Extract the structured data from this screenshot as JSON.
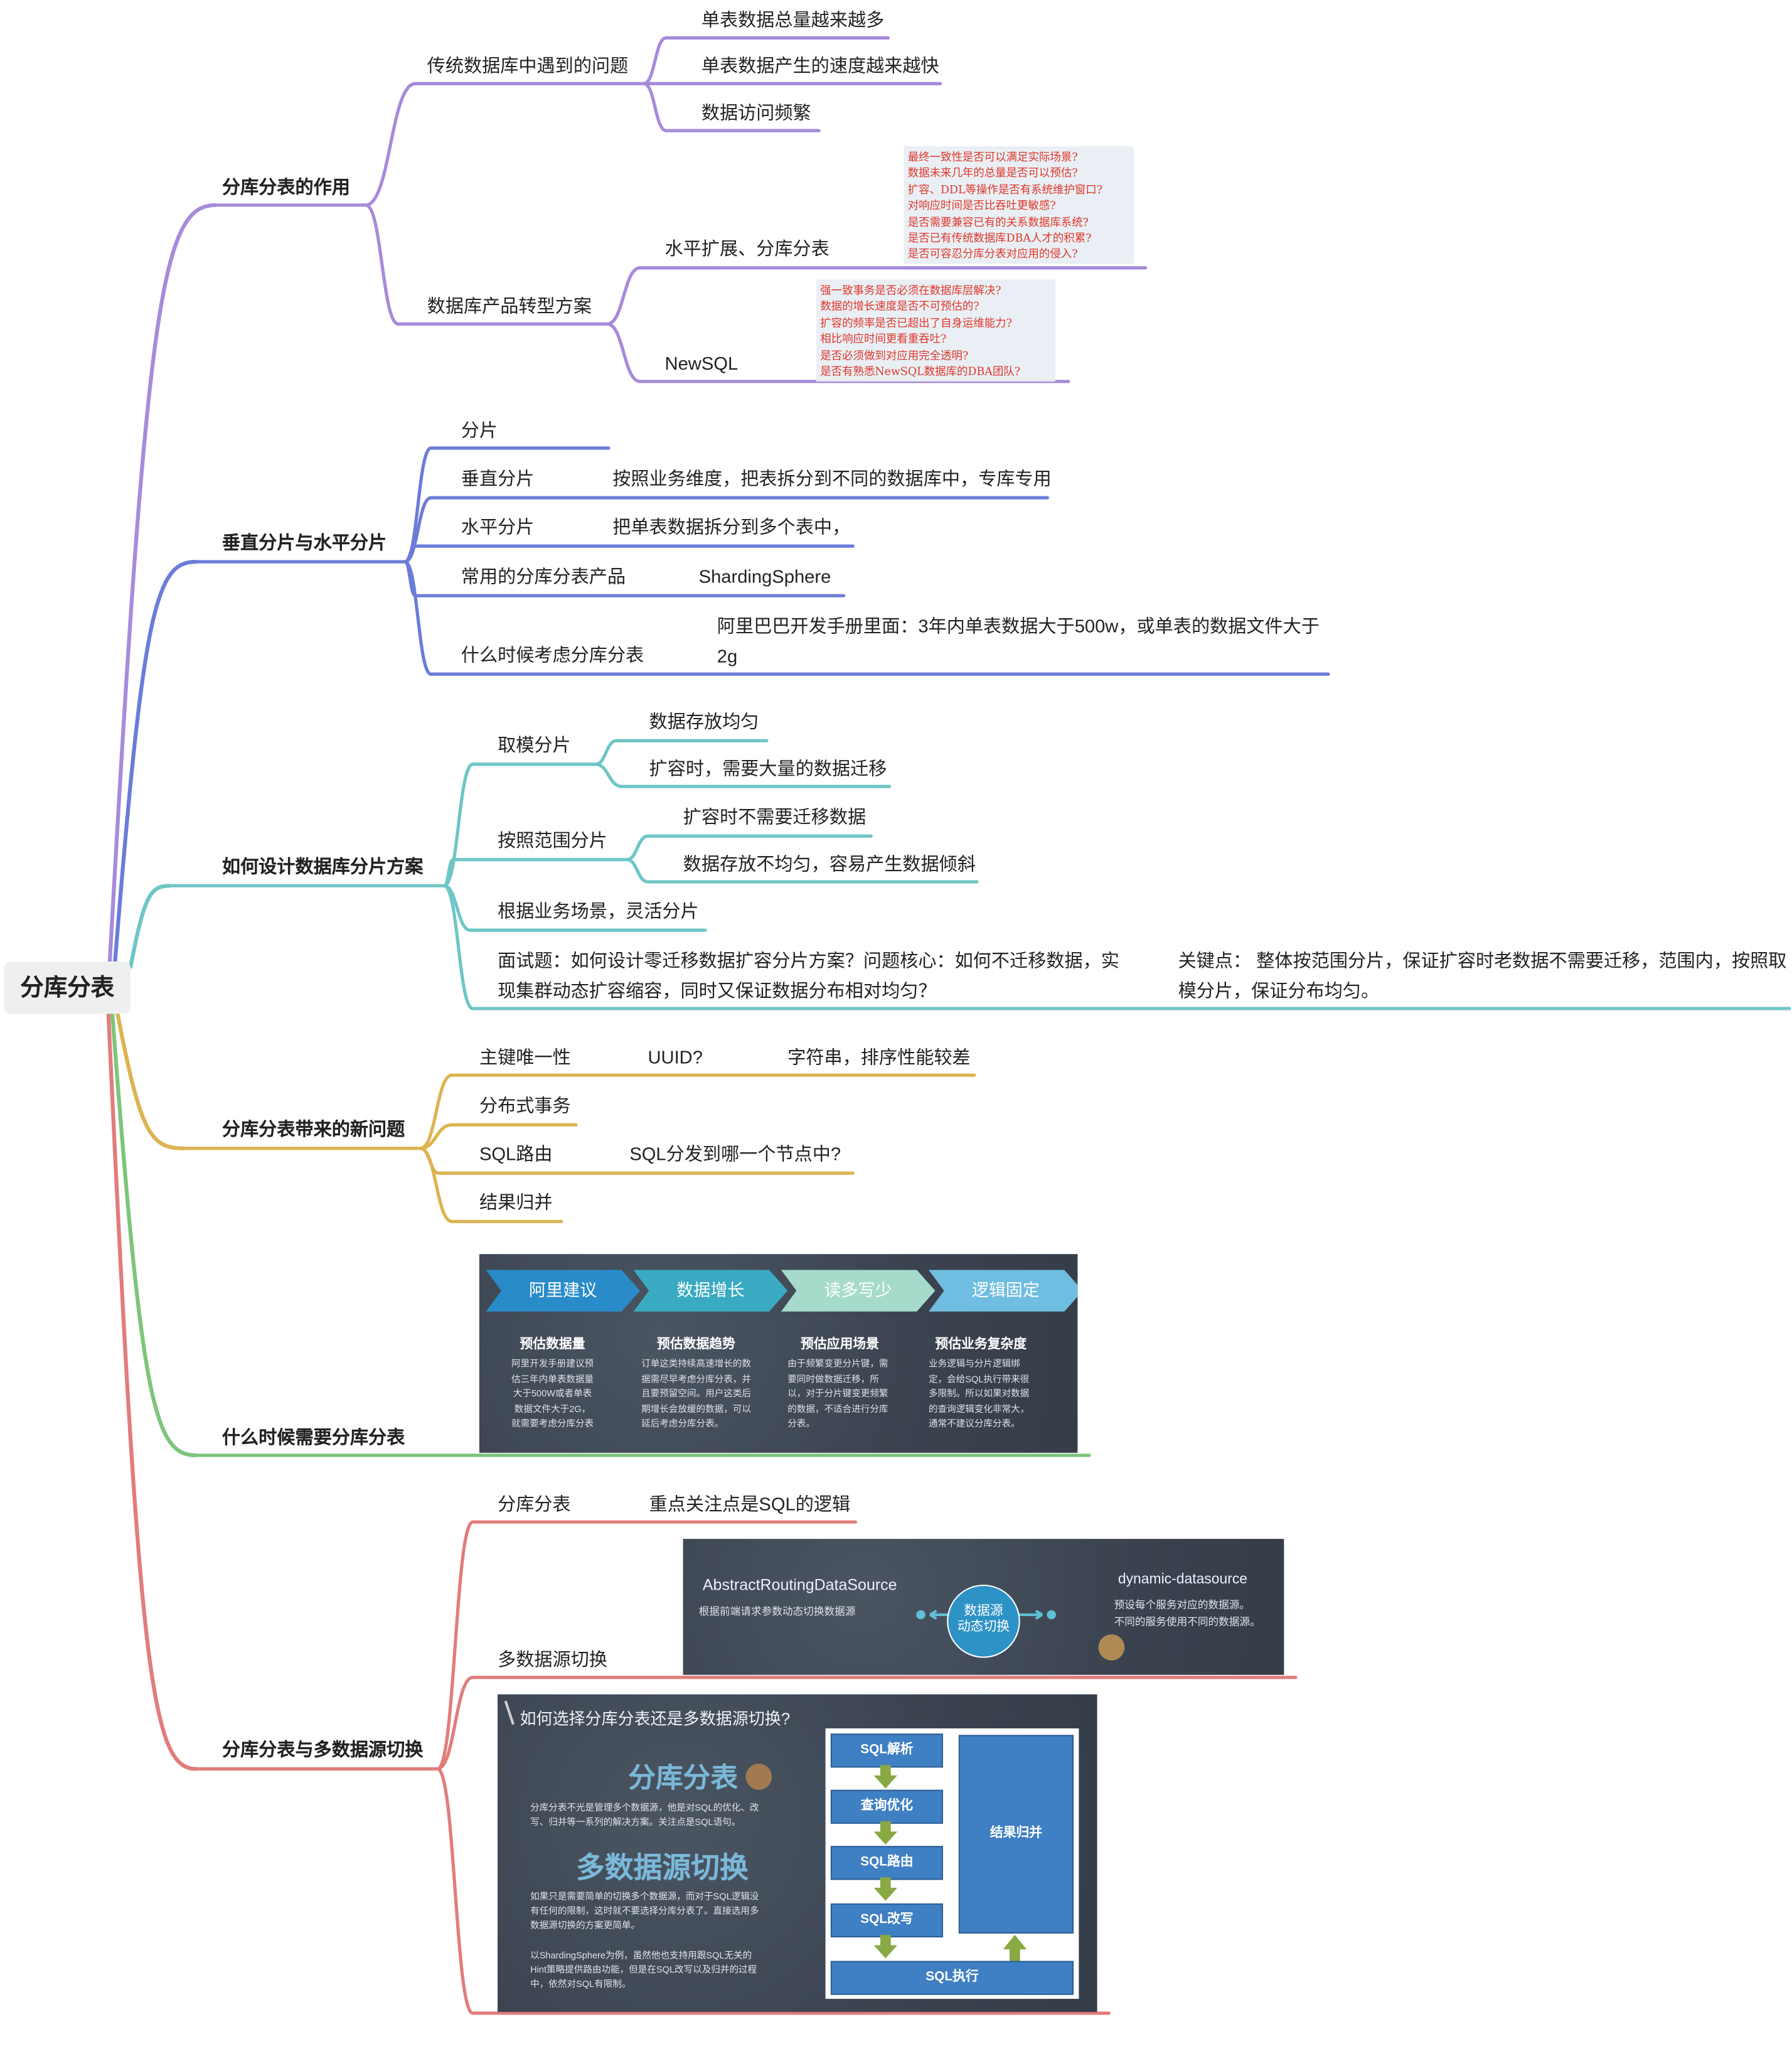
{
  "root": "分库分表",
  "colors": {
    "purple": "#a68bdb",
    "blue": "#6b7cd9",
    "teal": "#6fc6c6",
    "gold": "#dcb451",
    "green": "#7cc57b",
    "red": "#e27c7c",
    "note_text": "#e0372b",
    "slide_bg": "#3d4653"
  },
  "role": {
    "label": "分库分表的作用",
    "traditional": {
      "label": "传统数据库中遇到的问题",
      "items": [
        "单表数据总量越来越多",
        "单表数据产生的速度越来越快",
        "数据访问频繁"
      ]
    },
    "transform": {
      "label": "数据库产品转型方案",
      "horizontal": {
        "label": "水平扩展、分库分表",
        "notes": [
          "最终一致性是否可以满足实际场景?",
          "数据未来几年的总量是否可以预估?",
          "扩容、DDL等操作是否有系统维护窗口?",
          "对响应时间是否比吞吐更敏感?",
          "是否需要兼容已有的关系数据库系统?",
          "是否已有传统数据库DBA人才的积累?",
          "是否可容忍分库分表对应用的侵入?"
        ]
      },
      "newsql": {
        "label": "NewSQL",
        "notes": [
          "强一致事务是否必须在数据库层解决?",
          "数据的增长速度是否不可预估的?",
          "扩容的频率是否已超出了自身运维能力?",
          "相比响应时间更看重吞吐?",
          "是否必须做到对应用完全透明?",
          "是否有熟悉NewSQL数据库的DBA团队?"
        ]
      }
    }
  },
  "sharding": {
    "label": "垂直分片与水平分片",
    "items": [
      {
        "label": "分片"
      },
      {
        "label": "垂直分片",
        "desc": "按照业务维度，把表拆分到不同的数据库中，专库专用"
      },
      {
        "label": "水平分片",
        "desc": "把单表数据拆分到多个表中，"
      },
      {
        "label": "常用的分库分表产品",
        "desc": "ShardingSphere"
      },
      {
        "label": "什么时候考虑分库分表",
        "desc_lines": [
          "阿里巴巴开发手册里面：3年内单表数据大于500w，或单表的数据文件大于",
          "2g"
        ]
      }
    ]
  },
  "design": {
    "label": "如何设计数据库分片方案",
    "modulo": {
      "label": "取模分片",
      "items": [
        "数据存放均匀",
        "扩容时，需要大量的数据迁移"
      ]
    },
    "range": {
      "label": "按照范围分片",
      "items": [
        "扩容时不需要迁移数据",
        "数据存放不均匀，容易产生数据倾斜"
      ]
    },
    "flexible": "根据业务场景，灵活分片",
    "interview": {
      "question_lines": [
        "面试题：如何设计零迁移数据扩容分片方案？问题核心：如何不迁移数据，实",
        "现集群动态扩容缩容，同时又保证数据分布相对均匀？"
      ],
      "key_lines": [
        "关键点： 整体按范围分片，保证扩容时老数据不需要迁移，范围内，按照取",
        "模分片，保证分布均匀。"
      ]
    }
  },
  "problems": {
    "label": "分库分表带来的新问题",
    "items": [
      {
        "label": "主键唯一性",
        "desc": "UUID?",
        "desc2": "字符串，排序性能较差"
      },
      {
        "label": "分布式事务"
      },
      {
        "label": "SQL路由",
        "desc": "SQL分发到哪一个节点中?"
      },
      {
        "label": "结果归并"
      }
    ]
  },
  "when": {
    "label": "什么时候需要分库分表",
    "slide": {
      "steps": [
        "阿里建议",
        "数据增长",
        "读多写少",
        "逻辑固定"
      ],
      "columns": [
        {
          "title": "预估数据量",
          "body": "阿里开发手册建议预估三年内单表数据量大于500W或者单表数据文件大于2G，就需要考虑分库分表"
        },
        {
          "title": "预估数据趋势",
          "body": "订单这类持续高速增长的数据需尽早考虑分库分表，并且要预留空间。用户这类后期增长会放缓的数据，可以延后考虑分库分表。"
        },
        {
          "title": "预估应用场景",
          "body": "由于频繁变更分片键，需要同时做数据迁移，所以，对于分片键变更频繁的数据，不适合进行分库分表。"
        },
        {
          "title": "预估业务复杂度",
          "body": "业务逻辑与分片逻辑绑定，会给SQL执行带来很多限制。所以如果对数据的查询逻辑变化非常大，通常不建议分库分表。"
        }
      ]
    }
  },
  "multi": {
    "label": "分库分表与多数据源切换",
    "sharding": {
      "label": "分库分表",
      "desc": "重点关注点是SQL的逻辑"
    },
    "switch": {
      "label": "多数据源切换",
      "slide": {
        "left_title": "AbstractRoutingDataSource",
        "left_desc": "根据前端请求参数动态切换数据源",
        "center": [
          "数据源",
          "动态切换"
        ],
        "right_title": "dynamic-datasource",
        "right_desc": [
          "预设每个服务对应的数据源。",
          "不同的服务使用不同的数据源。"
        ]
      }
    },
    "compare_slide": {
      "title": "如何选择分库分表还是多数据源切换?",
      "h1": "分库分表",
      "p1": "分库分表不光是管理多个数据源，他是对SQL的优化、改写、归并等一系列的解决方案。关注点是SQL语句。",
      "h2": "多数据源切换",
      "p2": "如果只是需要简单的切换多个数据源，而对于SQL逻辑没有任何的限制，这时就不要选择分库分表了。直接选用多数据源切换的方案更简单。",
      "p3": "以ShardingSphere为例，虽然他也支持用跟SQL无关的Hint策略提供路由功能，但是在SQL改写以及归并的过程中，依然对SQL有限制。",
      "flow": [
        "SQL解析",
        "查询优化",
        "SQL路由",
        "SQL改写",
        "SQL执行"
      ],
      "merge": "结果归并"
    }
  }
}
